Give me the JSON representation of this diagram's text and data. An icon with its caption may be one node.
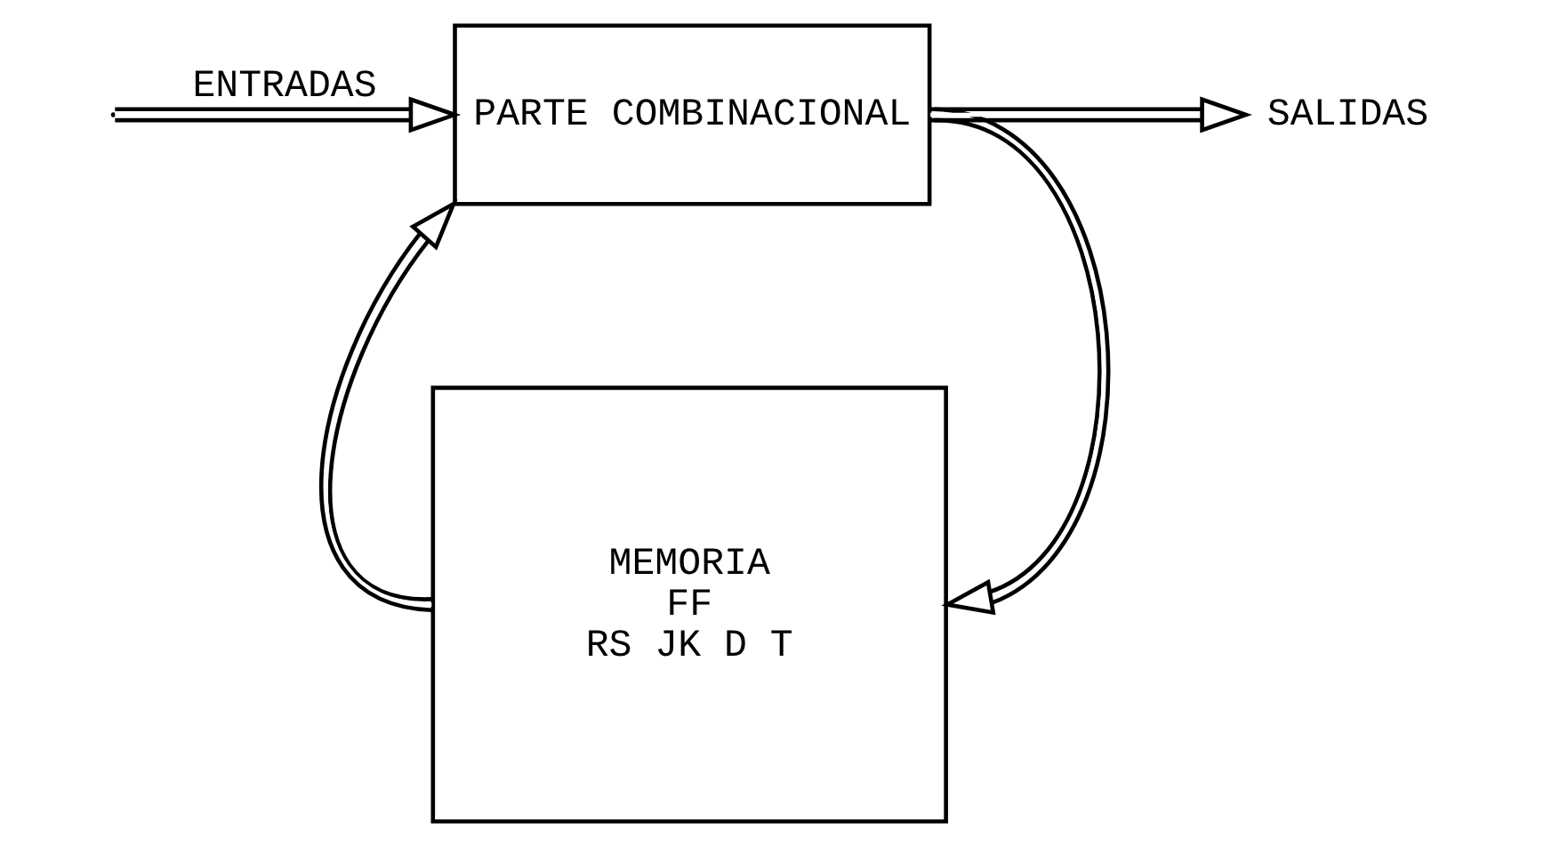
{
  "diagram": {
    "nodes": [
      {
        "text": [
          "PARTE COMBINACIONAL"
        ]
      },
      {
        "text": [
          "MEMORIA",
          "FF",
          "RS JK D T"
        ]
      },
      {
        "text": [
          "SALIDAS"
        ]
      }
    ],
    "edges": [
      {
        "from": null,
        "to": 0,
        "arrow": "to",
        "label": "ENTRADAS"
      },
      {
        "from": 0,
        "to": 2,
        "arrow": "to"
      },
      {
        "from": 0,
        "to": 1,
        "arrow": "to"
      },
      {
        "from": 1,
        "to": 0,
        "arrow": "to"
      }
    ]
  }
}
